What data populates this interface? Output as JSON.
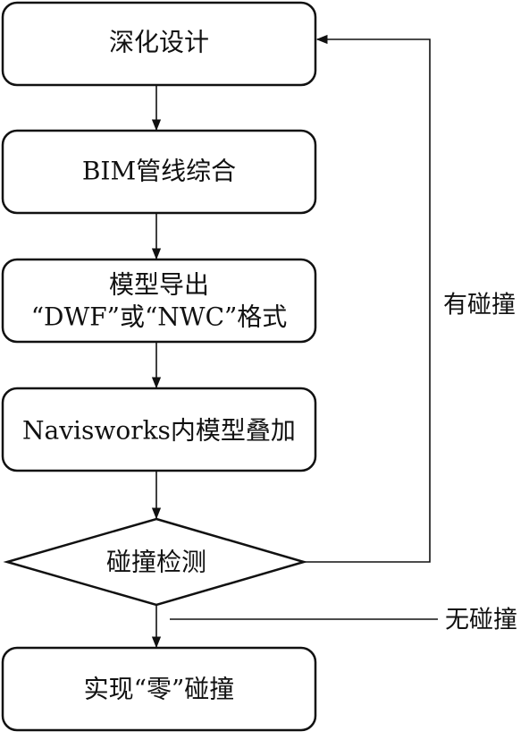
{
  "nodes": {
    "deepen_design": {
      "label": "深化设计"
    },
    "bim_pipeline": {
      "label": "BIM管线综合"
    },
    "model_export": {
      "line1": "模型导出",
      "line2": "“DWF”或“NWC”格式"
    },
    "navisworks_overlay": {
      "label": "Navisworks内模型叠加"
    },
    "collision_check": {
      "label": "碰撞检测"
    },
    "zero_collision": {
      "label": "实现“零”碰撞"
    }
  },
  "edges": {
    "has_collision": "有碰撞",
    "no_collision": "无碰撞"
  },
  "colors": {
    "stroke": "#111111",
    "background": "#ffffff"
  }
}
